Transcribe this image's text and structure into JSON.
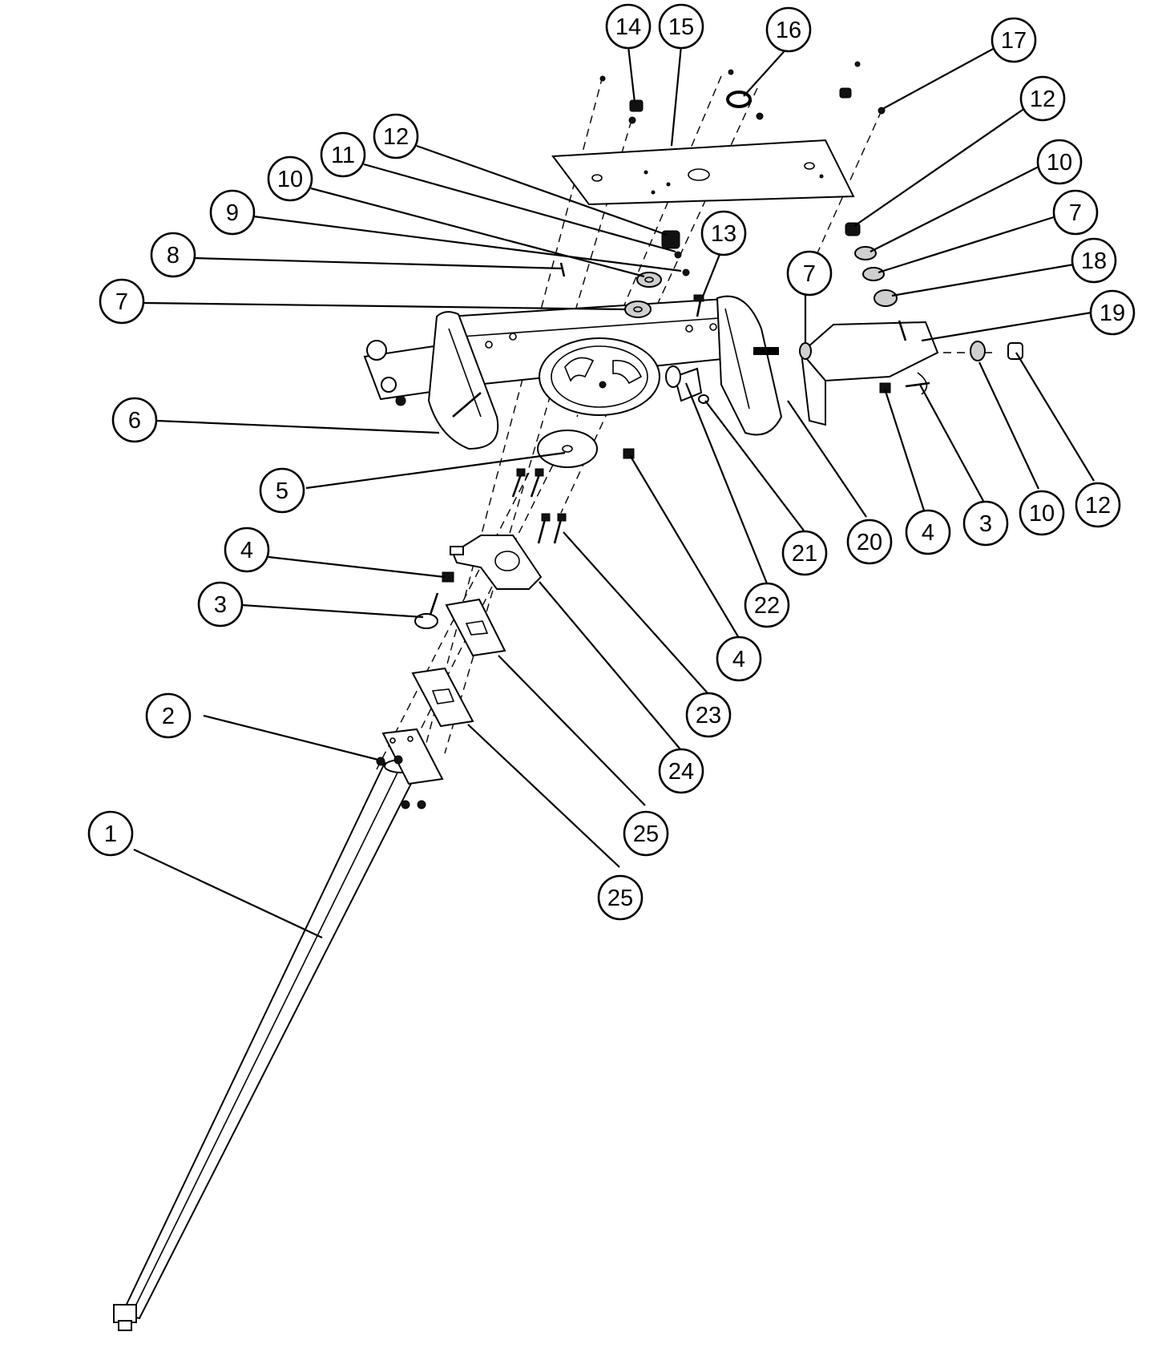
{
  "callouts": [
    {
      "id": "c14",
      "label": "14"
    },
    {
      "id": "c15",
      "label": "15"
    },
    {
      "id": "c16",
      "label": "16"
    },
    {
      "id": "c17",
      "label": "17"
    },
    {
      "id": "c12a",
      "label": "12"
    },
    {
      "id": "c11",
      "label": "11"
    },
    {
      "id": "c10a",
      "label": "10"
    },
    {
      "id": "c9",
      "label": "9"
    },
    {
      "id": "c8",
      "label": "8"
    },
    {
      "id": "c7a",
      "label": "7"
    },
    {
      "id": "c13",
      "label": "13"
    },
    {
      "id": "c12b",
      "label": "12"
    },
    {
      "id": "c10b",
      "label": "10"
    },
    {
      "id": "c7b",
      "label": "7"
    },
    {
      "id": "c18",
      "label": "18"
    },
    {
      "id": "c19",
      "label": "19"
    },
    {
      "id": "c7c",
      "label": "7"
    },
    {
      "id": "c6",
      "label": "6"
    },
    {
      "id": "c5",
      "label": "5"
    },
    {
      "id": "c4a",
      "label": "4"
    },
    {
      "id": "c3a",
      "label": "3"
    },
    {
      "id": "c21",
      "label": "21"
    },
    {
      "id": "c20",
      "label": "20"
    },
    {
      "id": "c4b",
      "label": "4"
    },
    {
      "id": "c3b",
      "label": "3"
    },
    {
      "id": "c10c",
      "label": "10"
    },
    {
      "id": "c12c",
      "label": "12"
    },
    {
      "id": "c22",
      "label": "22"
    },
    {
      "id": "c4c",
      "label": "4"
    },
    {
      "id": "c23",
      "label": "23"
    },
    {
      "id": "c24",
      "label": "24"
    },
    {
      "id": "c2",
      "label": "2"
    },
    {
      "id": "c25a",
      "label": "25"
    },
    {
      "id": "c25b",
      "label": "25"
    },
    {
      "id": "c1",
      "label": "1"
    }
  ]
}
